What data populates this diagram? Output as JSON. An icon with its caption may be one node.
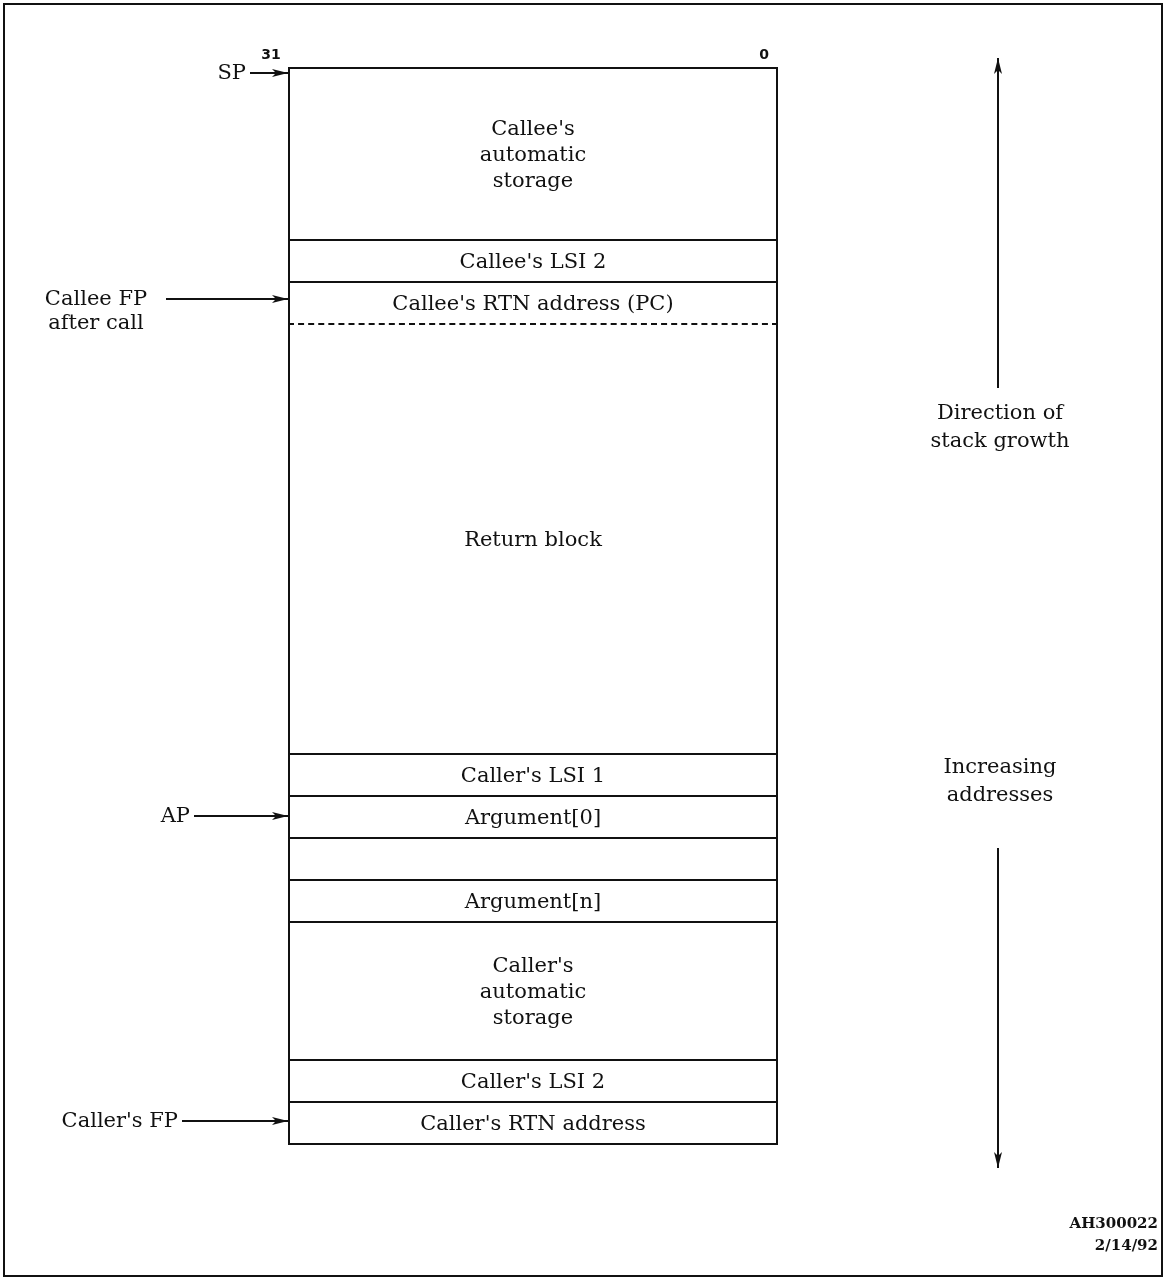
{
  "diagram": {
    "nodes": [
      {
        "text": [
          "SP"
        ]
      },
      {
        "text": [
          "Callee's automatic storage"
        ]
      },
      {
        "text": [
          "Callee's LSI 2"
        ]
      },
      {
        "text": [
          "Callee FP after call"
        ]
      },
      {
        "text": [
          "Callee's RTN address (PC)"
        ]
      },
      {
        "text": [
          "Return block"
        ]
      },
      {
        "text": [
          "Caller's LSI 1"
        ]
      },
      {
        "text": [
          "AP"
        ]
      },
      {
        "text": [
          "Argument[0]"
        ]
      },
      {
        "text": [],
        "shape": "box"
      },
      {
        "text": [
          "Argument[n]"
        ]
      },
      {
        "text": [
          "Caller's automatic storage"
        ]
      },
      {
        "text": [
          "Caller's LSI 2"
        ]
      },
      {
        "text": [
          "Caller's FP"
        ]
      },
      {
        "text": [
          "Caller's RTN address"
        ]
      }
    ],
    "edges": [
      {
        "from": 0,
        "to": 1,
        "arrow": "to"
      },
      {
        "from": 3,
        "to": 4,
        "arrow": "to"
      },
      {
        "from": 7,
        "to": 8,
        "arrow": "to"
      },
      {
        "from": 13,
        "to": 14,
        "arrow": "to"
      }
    ],
    "labels": [
      "31",
      "0",
      "Direction of stack growth",
      "Increasing addresses",
      "AH300022",
      "2/14/92"
    ]
  }
}
